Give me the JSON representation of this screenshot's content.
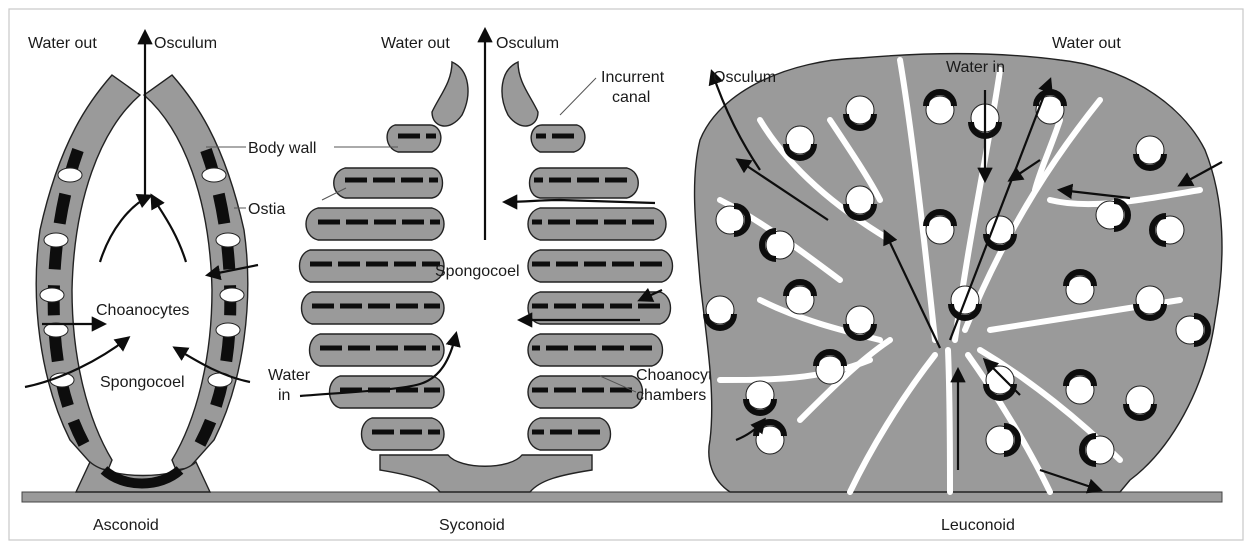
{
  "colors": {
    "wall": "#9a9a9a",
    "choanocyte": "#0d0d0d",
    "substrate": "#9a9a9a",
    "frame": "#c8c8c8"
  },
  "asconoid": {
    "water_out": "Water out",
    "osculum": "Osculum",
    "body_wall": "Body wall",
    "ostia": "Ostia",
    "choanocytes": "Choanocytes",
    "spongocoel": "Spongocoel",
    "caption": "Asconoid"
  },
  "syconoid": {
    "water_out": "Water out",
    "osculum": "Osculum",
    "incurrent_canal_1": "Incurrent",
    "incurrent_canal_2": "canal",
    "spongocoel": "Spongocoel",
    "water_in_1": "Water",
    "water_in_2": "in",
    "choanocyte_chambers_1": "Choanocyte",
    "choanocyte_chambers_2": "chambers",
    "caption": "Syconoid"
  },
  "leuconoid": {
    "osculum": "Osculum",
    "water_in": "Water in",
    "water_out": "Water out",
    "caption": "Leuconoid"
  }
}
